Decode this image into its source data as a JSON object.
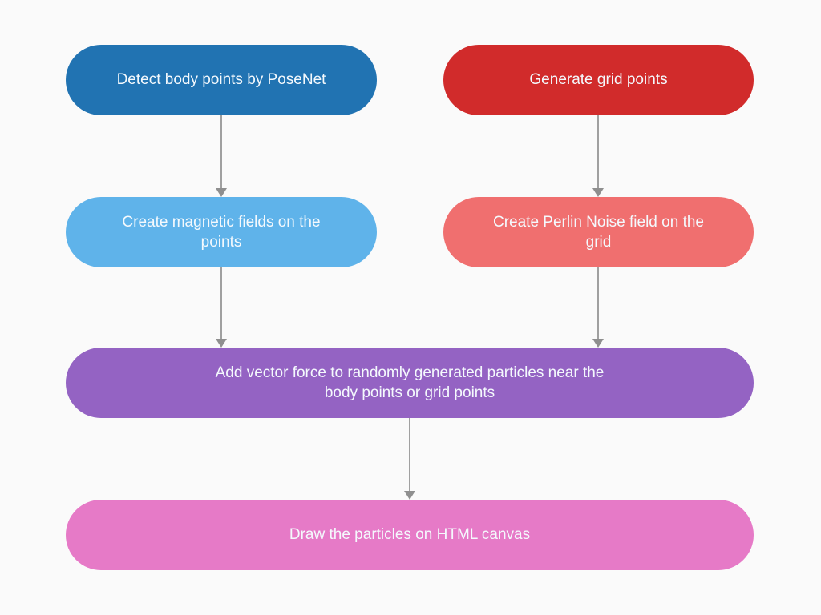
{
  "palette": {
    "background": "#fafafa",
    "node_text": "#f4f9fd",
    "arrow_line": "#a0a0a0",
    "arrow_head": "#8f8f8f"
  },
  "nodes": {
    "detect_body": {
      "label": "Detect body points by PoseNet",
      "color": "#2173b2"
    },
    "generate_grid": {
      "label": "Generate grid points",
      "color": "#d12b2b"
    },
    "magnetic_fields": {
      "label": "Create magnetic fields on the points",
      "color": "#5fb3ea"
    },
    "perlin_noise": {
      "label": "Create Perlin Noise field on the grid",
      "color": "#f06f6f"
    },
    "vector_force": {
      "label": "Add vector force to randomly generated particles near the body points or grid points",
      "color": "#9463c3"
    },
    "draw_particles": {
      "label": "Draw the particles on HTML canvas",
      "color": "#e67ac7"
    }
  },
  "edges": [
    {
      "from": "detect_body",
      "to": "magnetic_fields"
    },
    {
      "from": "generate_grid",
      "to": "perlin_noise"
    },
    {
      "from": "magnetic_fields",
      "to": "vector_force"
    },
    {
      "from": "perlin_noise",
      "to": "vector_force"
    },
    {
      "from": "vector_force",
      "to": "draw_particles"
    }
  ]
}
